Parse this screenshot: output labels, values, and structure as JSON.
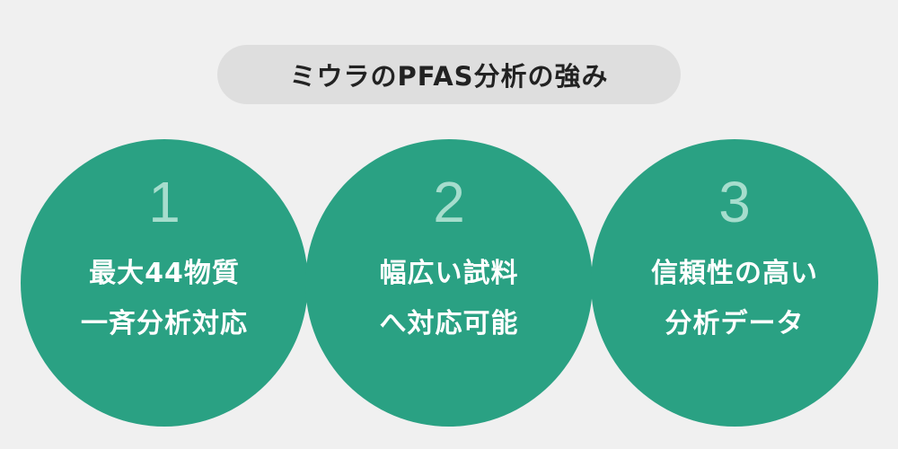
{
  "title": "ミウラのPFAS分析の強み",
  "strengths": [
    {
      "number": "1",
      "lines": [
        "最大44物質",
        "一斉分析対応"
      ]
    },
    {
      "number": "2",
      "lines": [
        "幅広い試料",
        "へ対応可能"
      ]
    },
    {
      "number": "3",
      "lines": [
        "信頼性の高い",
        "分析データ"
      ]
    }
  ],
  "colors": {
    "circle": "#2aa183",
    "number": "#a6ddcd",
    "pill": "#dedede",
    "background": "#f0f0f0"
  }
}
